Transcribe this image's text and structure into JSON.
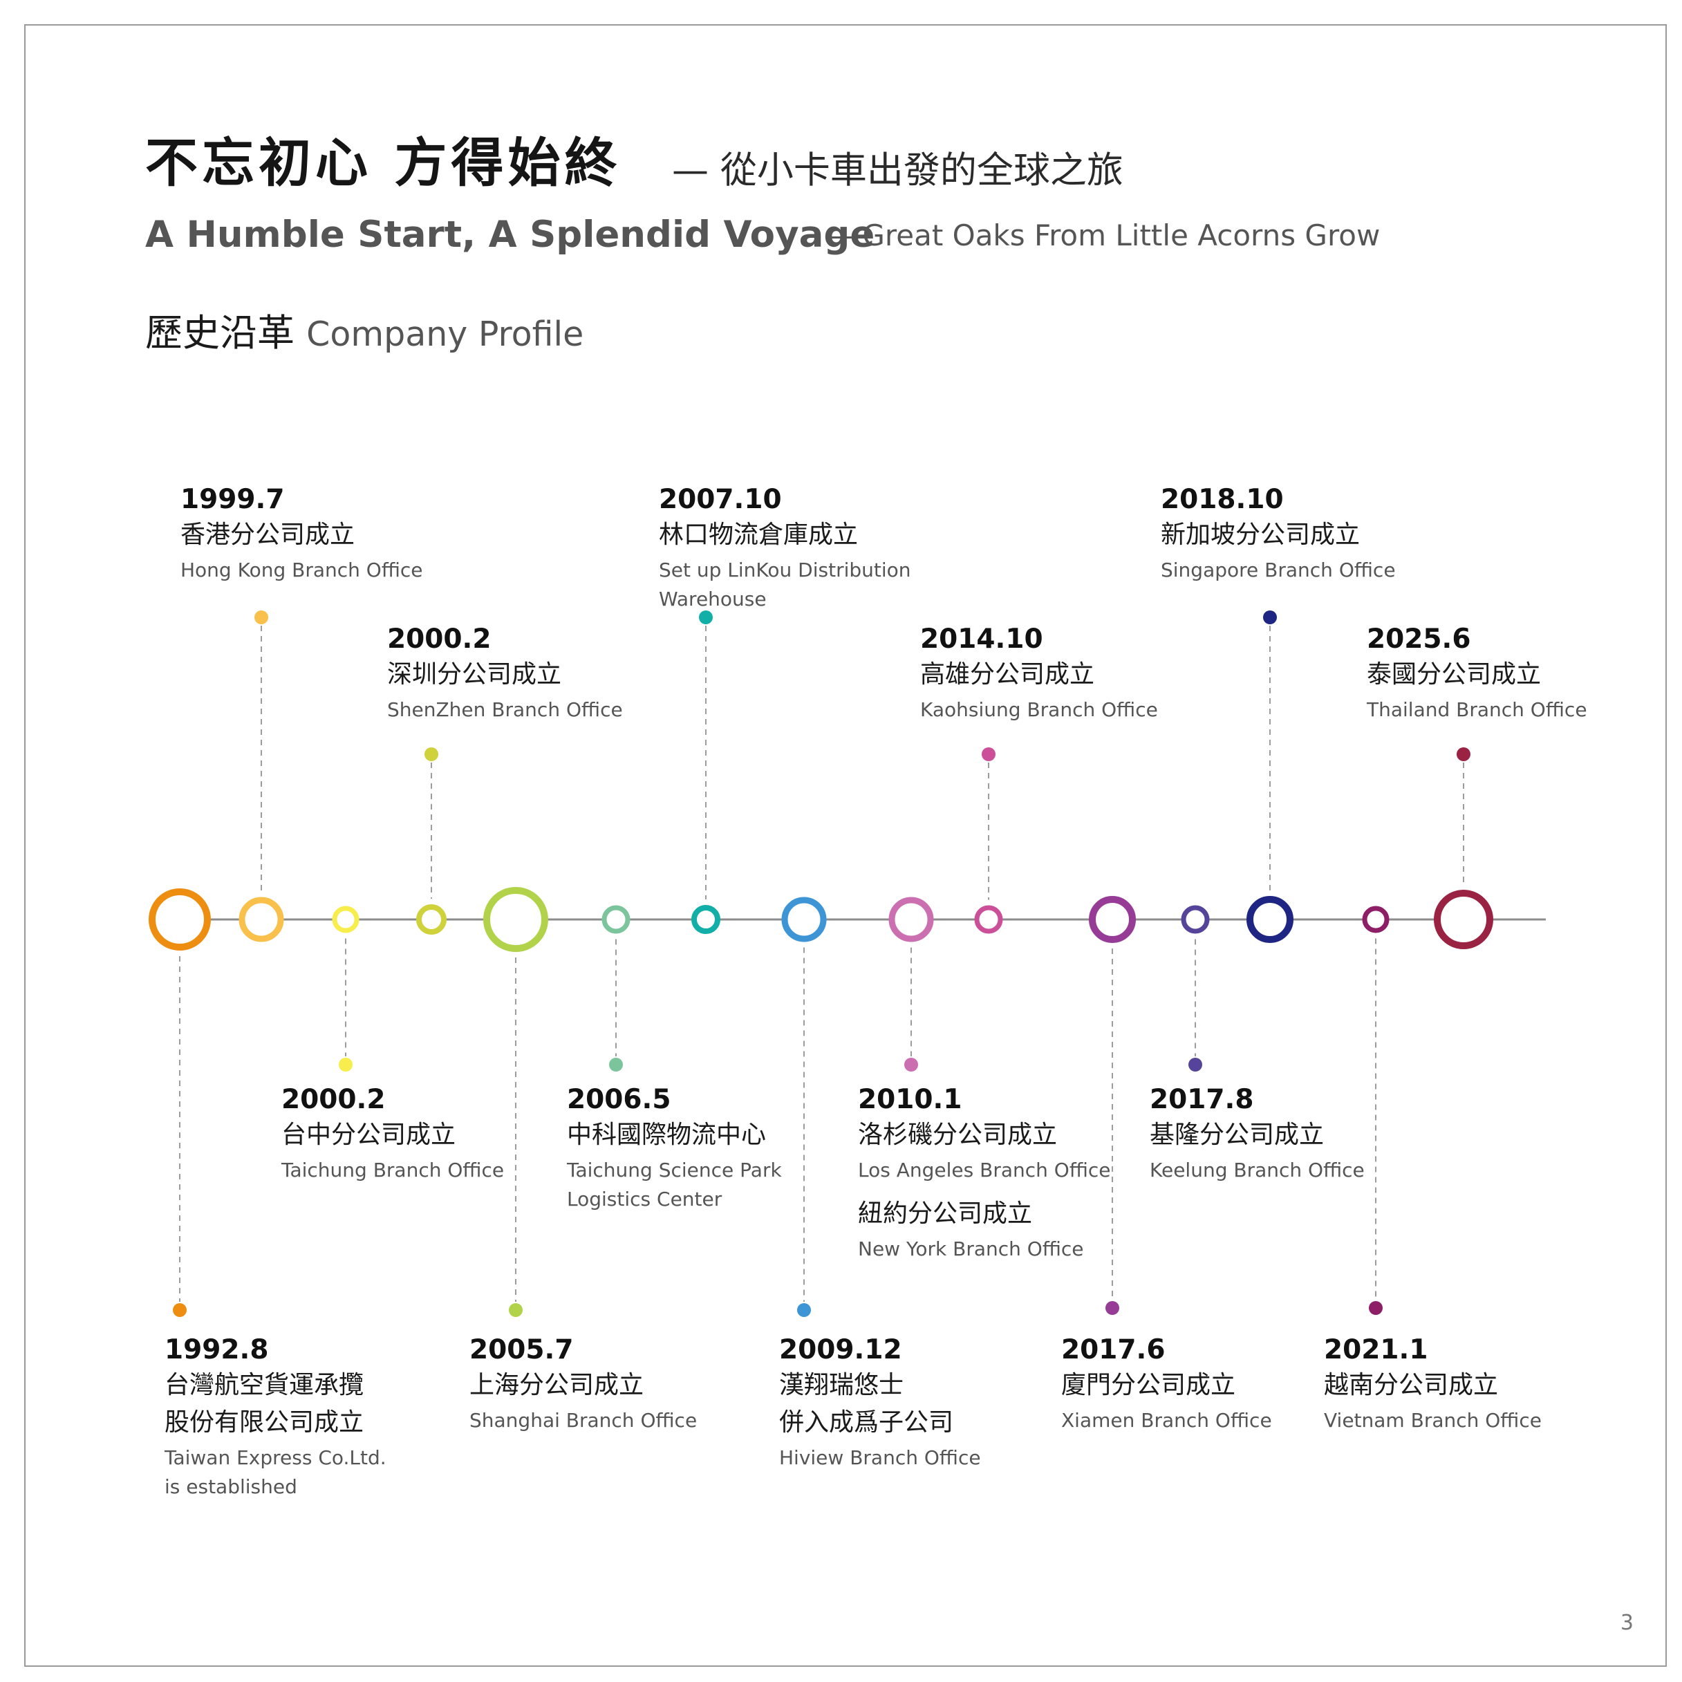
{
  "header": {
    "title_zh": "不忘初心 方得始終",
    "title_zh_sub": "— 從小卡車出發的全球之旅",
    "title_en": "A Humble Start, A Splendid Voyage",
    "title_en_sub": "— Great Oaks From Little Acorns Grow"
  },
  "section": {
    "zh": "歷史沿革",
    "en": "Company Profile"
  },
  "page_number": "3",
  "events": [
    {
      "date": "1992.8",
      "zh": [
        "台灣航空貨運承攬",
        "股份有限公司成立"
      ],
      "en": [
        "Taiwan Express Co.Ltd.",
        "is established"
      ],
      "color": "#EE8E10",
      "side": "below"
    },
    {
      "date": "1999.7",
      "zh": [
        "香港分公司成立"
      ],
      "en": [
        "Hong Kong Branch Office"
      ],
      "color": "#F9C04C",
      "side": "above"
    },
    {
      "date": "2000.2",
      "zh": [
        "台中分公司成立"
      ],
      "en": [
        "Taichung Branch Office"
      ],
      "color": "#F7EE4E",
      "side": "below"
    },
    {
      "date": "2000.2",
      "zh": [
        "深圳分公司成立"
      ],
      "en": [
        "ShenZhen Branch Office"
      ],
      "color": "#CFD23A",
      "side": "above"
    },
    {
      "date": "2005.7",
      "zh": [
        "上海分公司成立"
      ],
      "en": [
        "Shanghai Branch Office"
      ],
      "color": "#B2D24A",
      "side": "below"
    },
    {
      "date": "2006.5",
      "zh": [
        "中科國際物流中心"
      ],
      "en": [
        "Taichung Science Park",
        "Logistics Center"
      ],
      "color": "#7CC59C",
      "side": "below"
    },
    {
      "date": "2007.10",
      "zh": [
        "林口物流倉庫成立"
      ],
      "en": [
        "Set up LinKou Distribution",
        "Warehouse"
      ],
      "color": "#11AFA8",
      "side": "above"
    },
    {
      "date": "2009.12",
      "zh": [
        "漢翔瑞悠士",
        "併入成爲子公司"
      ],
      "en": [
        "Hiview Branch Office"
      ],
      "color": "#3D95D5",
      "side": "below"
    },
    {
      "date": "2010.1",
      "zh": [
        "洛杉磯分公司成立"
      ],
      "en": [
        "Los Angeles Branch Office"
      ],
      "zh2": "紐約分公司成立",
      "en2": "New York Branch Office",
      "color": "#CB6FB0",
      "side": "below"
    },
    {
      "date": "2014.10",
      "zh": [
        "高雄分公司成立"
      ],
      "en": [
        "Kaohsiung Branch Office"
      ],
      "color": "#CC4F9A",
      "side": "above"
    },
    {
      "date": "2017.6",
      "zh": [
        "廈門分公司成立"
      ],
      "en": [
        "Xiamen Branch Office"
      ],
      "color": "#963C97",
      "side": "below"
    },
    {
      "date": "2017.8",
      "zh": [
        "基隆分公司成立"
      ],
      "en": [
        "Keelung Branch Office"
      ],
      "color": "#56449A",
      "side": "below"
    },
    {
      "date": "2018.10",
      "zh": [
        "新加坡分公司成立"
      ],
      "en": [
        "Singapore Branch Office"
      ],
      "color": "#1F2583",
      "side": "above"
    },
    {
      "date": "2021.1",
      "zh": [
        "越南分公司成立"
      ],
      "en": [
        "Vietnam Branch Office"
      ],
      "color": "#8E1E66",
      "side": "below"
    },
    {
      "date": "2025.6",
      "zh": [
        "泰國分公司成立"
      ],
      "en": [
        "Thailand Branch Office"
      ],
      "color": "#9A2242",
      "side": "above"
    }
  ]
}
